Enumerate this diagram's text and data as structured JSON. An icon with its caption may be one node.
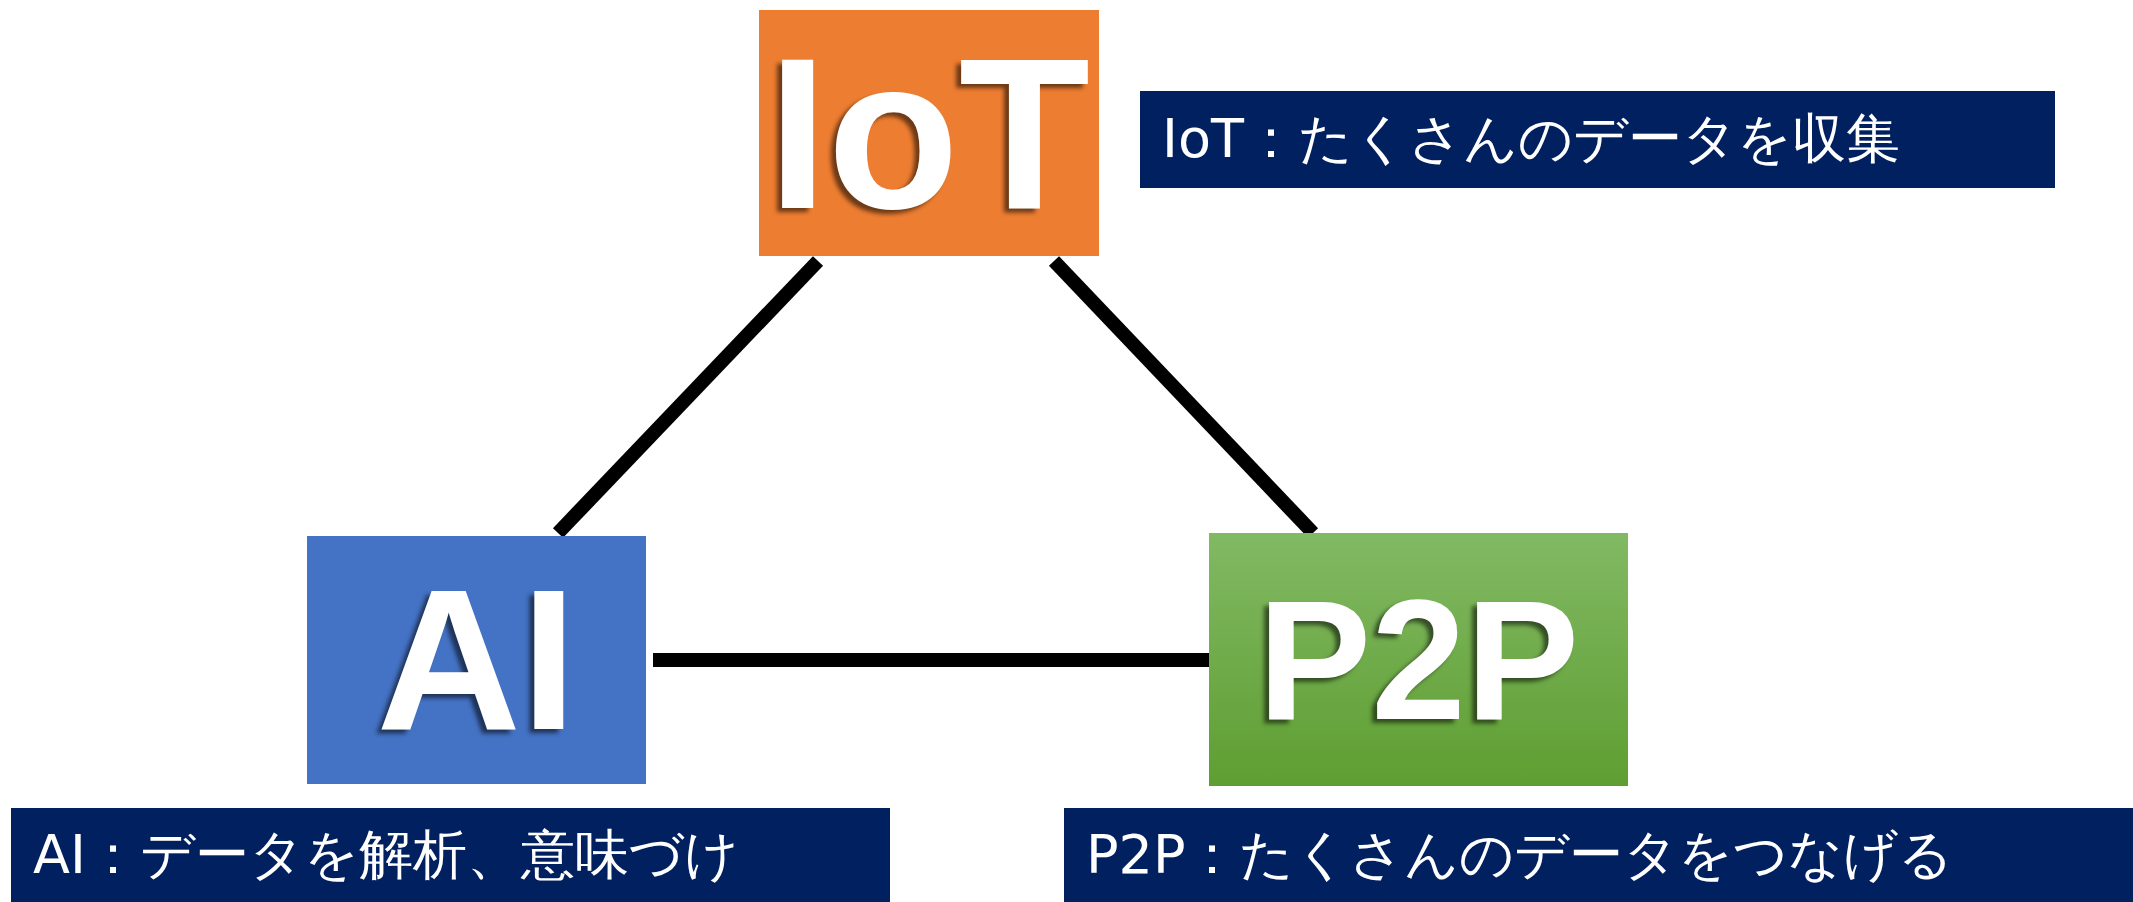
{
  "diagram": {
    "nodes": [
      {
        "text": [
          "IoT"
        ]
      },
      {
        "text": [
          "AI"
        ]
      },
      {
        "text": [
          "P2P"
        ]
      },
      {
        "text": [
          "IoT：たくさんのデータを収集"
        ]
      },
      {
        "text": [
          "AI：データを解析、意味づけ"
        ]
      },
      {
        "text": [
          "P2P：たくさんのデータをつなげる"
        ]
      }
    ],
    "edges": [
      {
        "from": 0,
        "to": 1,
        "arrow": "none"
      },
      {
        "from": 0,
        "to": 2,
        "arrow": "none"
      },
      {
        "from": 1,
        "to": 2,
        "arrow": "none"
      }
    ]
  }
}
